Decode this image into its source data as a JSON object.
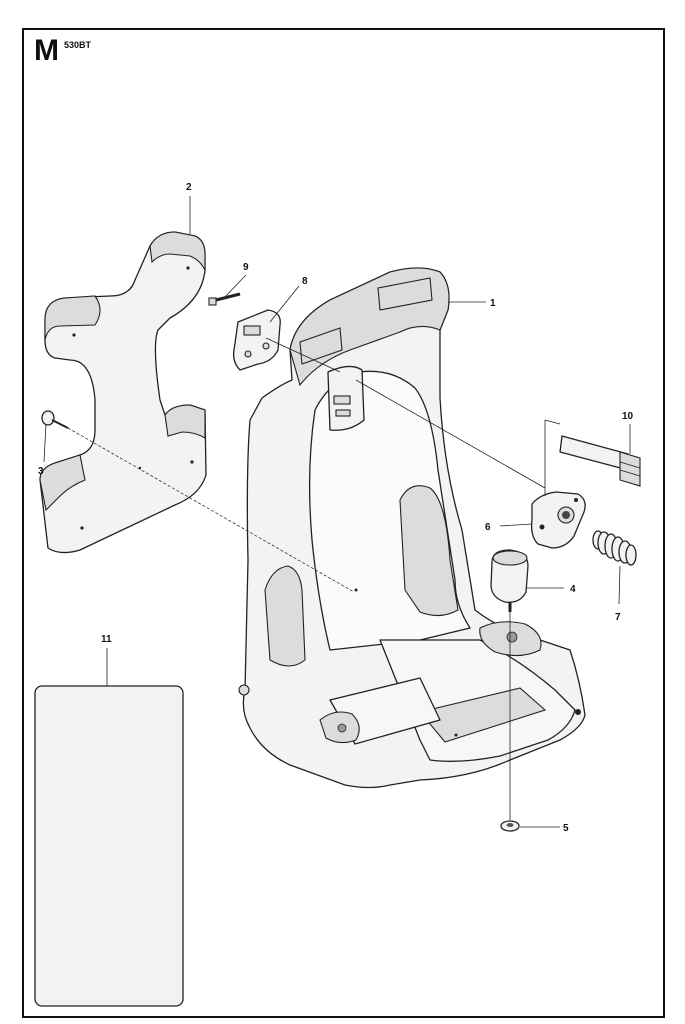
{
  "header": {
    "section_letter": "M",
    "model": "530BT"
  },
  "callouts": [
    "1",
    "2",
    "3",
    "4",
    "5",
    "6",
    "7",
    "8",
    "9",
    "10",
    "11"
  ],
  "parts": {
    "frame": "1",
    "back_pad": "2",
    "pad_screw": "3",
    "damper": "4",
    "washer": "5",
    "hinge_bracket": "6",
    "spring": "7",
    "bracket_plate": "8",
    "screw": "9",
    "strap": "10",
    "label_card": "11"
  }
}
